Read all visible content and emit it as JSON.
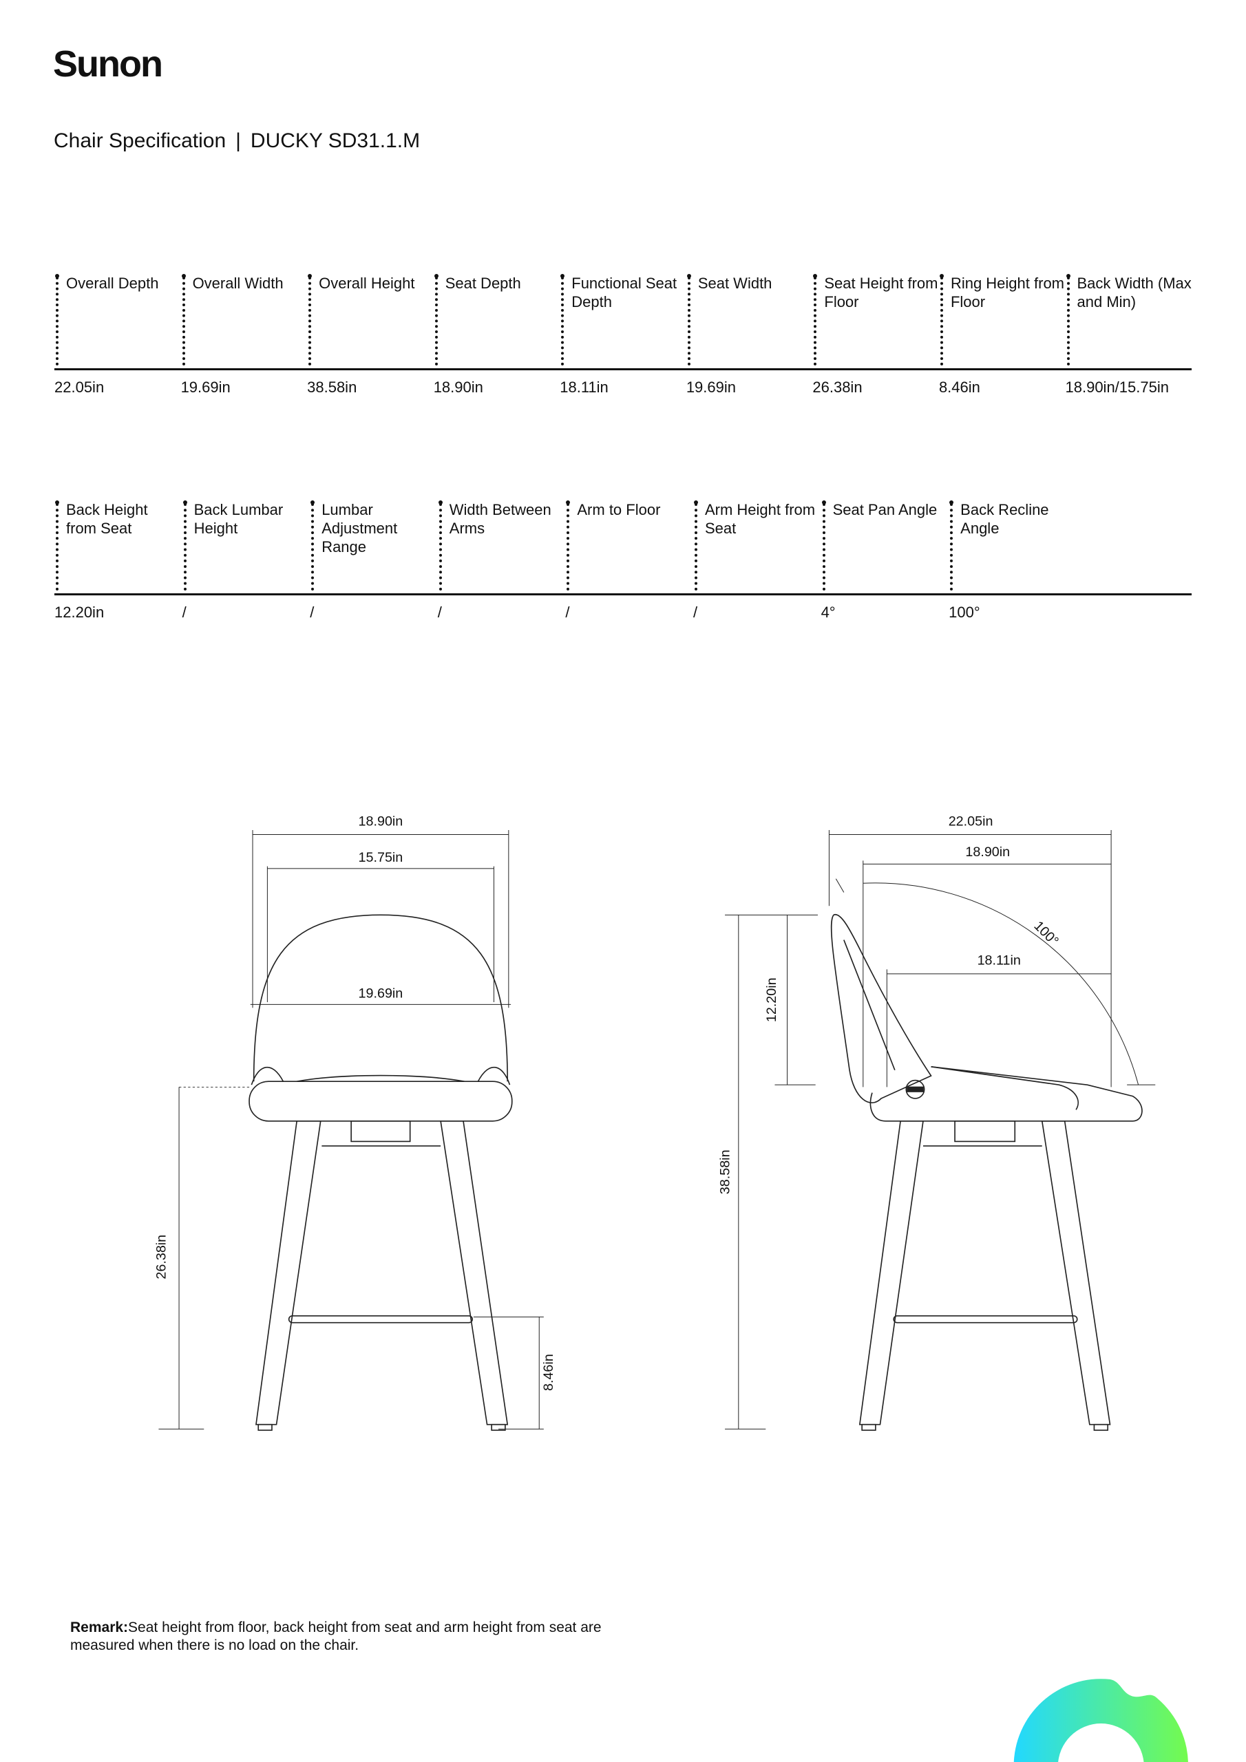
{
  "brand": "Sunon",
  "title": {
    "label": "Chair Specification",
    "separator": "|",
    "model": "DUCKY SD31.1.M"
  },
  "spec_row_1": [
    {
      "label": "Overall Depth",
      "value": "22.05in"
    },
    {
      "label": "Overall Width",
      "value": "19.69in"
    },
    {
      "label": "Overall Height",
      "value": "38.58in"
    },
    {
      "label": "Seat Depth",
      "value": "18.90in"
    },
    {
      "label": "Functional Seat Depth",
      "value": "18.11in"
    },
    {
      "label": "Seat Width",
      "value": "19.69in"
    },
    {
      "label": "Seat Height from Floor",
      "value": "26.38in"
    },
    {
      "label": "Ring Height from Floor",
      "value": "8.46in"
    },
    {
      "label": "Back Width (Max and Min)",
      "value": "18.90in/15.75in"
    }
  ],
  "spec_row_2": [
    {
      "label": "Back Height from Seat",
      "value": "12.20in"
    },
    {
      "label": "Back Lumbar Height",
      "value": "/"
    },
    {
      "label": "Lumbar Adjustment Range",
      "value": "/"
    },
    {
      "label": "Width Between Arms",
      "value": "/"
    },
    {
      "label": "Arm to Floor",
      "value": "/"
    },
    {
      "label": "Arm Height from Seat",
      "value": "/"
    },
    {
      "label": "Seat Pan Angle",
      "value": "4°"
    },
    {
      "label": "Back Recline Angle",
      "value": "100°"
    }
  ],
  "front_view": {
    "back_width_max": "18.90in",
    "back_width_min": "15.75in",
    "seat_width": "19.69in",
    "seat_height": "26.38in",
    "ring_height": "8.46in"
  },
  "side_view": {
    "overall_depth": "22.05in",
    "seat_depth": "18.90in",
    "functional_seat_depth": "18.11in",
    "back_height": "12.20in",
    "overall_height": "38.58in",
    "recline": "100°"
  },
  "remark": {
    "label": "Remark:",
    "text": "Seat height from floor, back height from seat and arm height from seat are measured when there is no load on the chair."
  },
  "colors": {
    "logo_gradient_start": "#22d8ff",
    "logo_gradient_end": "#74fb4e"
  }
}
